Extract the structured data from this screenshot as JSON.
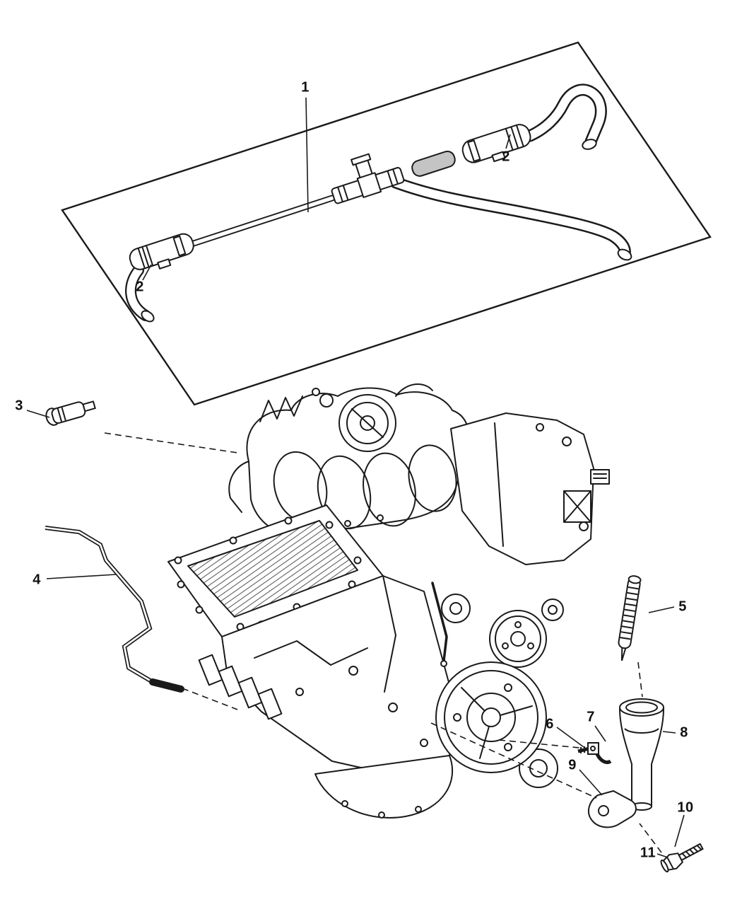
{
  "figure": {
    "kind": "engine-parts-diagram",
    "description_visible_text_only": true
  },
  "colors": {
    "line": "#1a1a1a",
    "background": "#ffffff",
    "shaded_tube": "#c4c4c4"
  },
  "callouts": [
    {
      "label": "1"
    },
    {
      "label": "2"
    },
    {
      "label": "2"
    },
    {
      "label": "3"
    },
    {
      "label": "4"
    },
    {
      "label": "5"
    },
    {
      "label": "6"
    },
    {
      "label": "7"
    },
    {
      "label": "8"
    },
    {
      "label": "9"
    },
    {
      "label": "10"
    },
    {
      "label": "11"
    }
  ]
}
